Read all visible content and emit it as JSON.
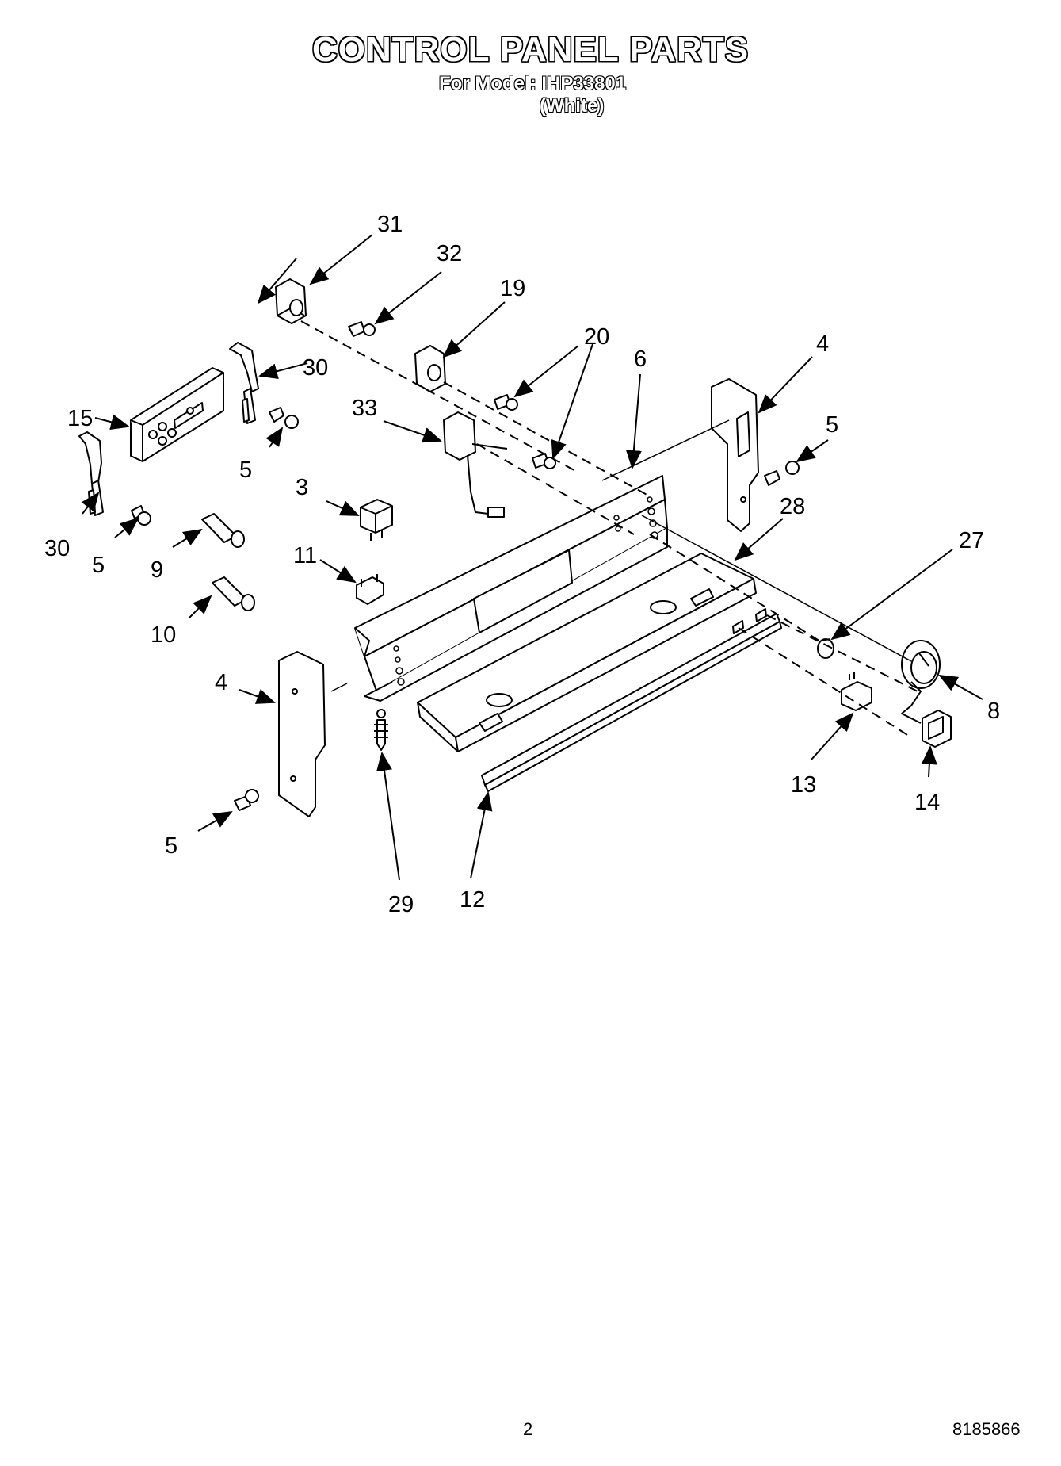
{
  "title": "CONTROL PANEL PARTS",
  "model_line": "For Model: IHP33801",
  "color_line": "(White)",
  "callouts": {
    "c31": "31",
    "c32": "32",
    "c19": "19",
    "c20": "20",
    "c6": "6",
    "c4a": "4",
    "c30a": "30",
    "c15": "15",
    "c33": "33",
    "c5a": "5",
    "c5b": "5",
    "c3": "3",
    "c28": "28",
    "c27": "27",
    "c30b": "30",
    "c5c": "5",
    "c9": "9",
    "c11": "11",
    "c10": "10",
    "c4b": "4",
    "c8": "8",
    "c13": "13",
    "c14": "14",
    "c5d": "5",
    "c29": "29",
    "c12": "12"
  },
  "footer": {
    "page": "2",
    "doc_number": "8185866"
  }
}
